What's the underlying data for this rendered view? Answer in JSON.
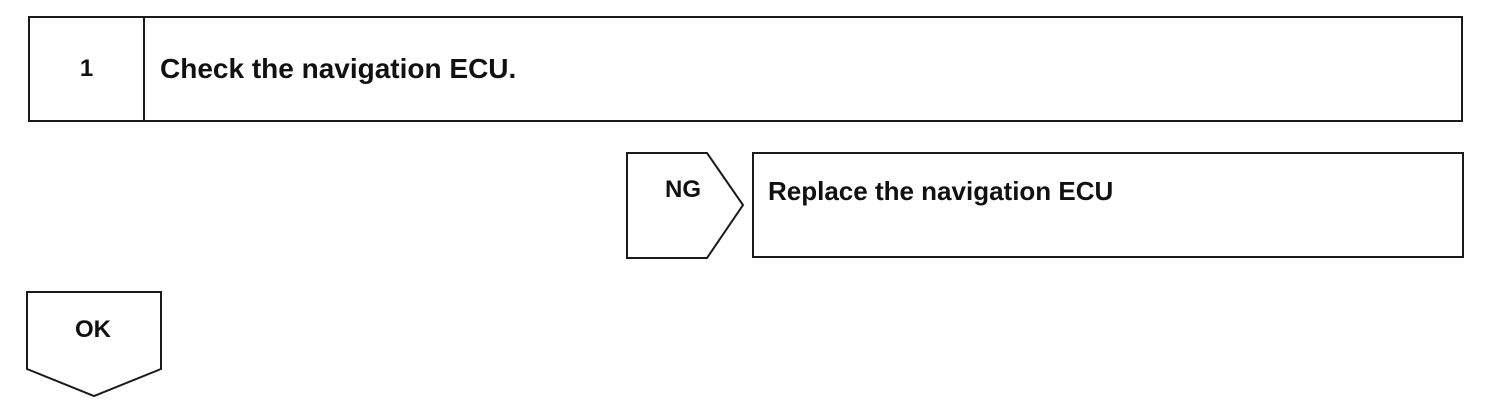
{
  "step": {
    "number": "1",
    "instruction": "Check the navigation ECU."
  },
  "ng_branch": {
    "label": "NG",
    "action": "Replace the navigation ECU"
  },
  "ok_branch": {
    "label": "OK"
  }
}
